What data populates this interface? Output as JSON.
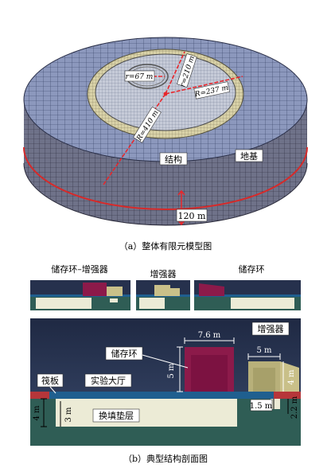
{
  "panel_a": {
    "labels": {
      "r_small": "r=67 m",
      "r_210": "r=210 m",
      "R_237": "R=237 m",
      "R_410": "R=410 m",
      "structure": "结构",
      "foundation": "地基",
      "depth": "120 m"
    },
    "caption": "（a）整体有限元模型图"
  },
  "panel_b": {
    "thumbs": {
      "left": "储存环–增强器",
      "mid": "增强器",
      "right": "储存环"
    },
    "labels": {
      "storage_ring": "储存环",
      "booster": "增强器",
      "raft": "筏板",
      "hall": "实验大厅",
      "fill": "换填垫层",
      "w_76": "7.6 m",
      "h_5": "5 m",
      "w_5": "5 m",
      "h_4": "4 m",
      "d_15": "1.5 m",
      "d_22": "2.2 m",
      "h_4_left": "4 m",
      "h_3": "3 m"
    },
    "caption": "（b）典型结构剖面图"
  },
  "colors": {
    "mesh": "#8a95b8",
    "mesh_line": "#3a4468",
    "dim_red": "#e8262b",
    "sky": "#27324f",
    "ground": "#2f5d55",
    "fill": "#ecebd6",
    "slab": "#1f5f8f",
    "magenta": "#8c1a4a",
    "khaki": "#c9c089"
  }
}
